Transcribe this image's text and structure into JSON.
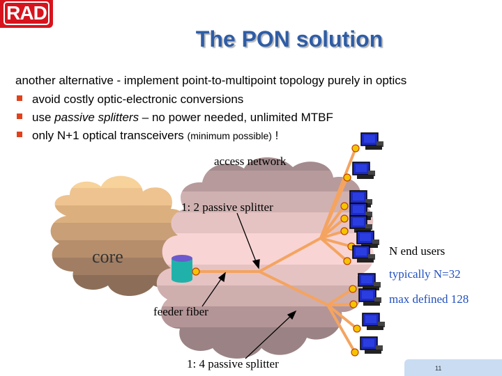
{
  "logo": {
    "text": "RAD"
  },
  "title": "The PON solution",
  "intro": "another alternative - implement point-to-multipoint topology purely in optics",
  "bullets": [
    {
      "text": "avoid costly optic-electronic conversions"
    },
    {
      "pre": "use ",
      "em": "passive splitters",
      "post": " – no power needed, unlimited MTBF"
    },
    {
      "text": "only N+1 optical transceivers ",
      "small": "(minimum possible)",
      "post": " !"
    }
  ],
  "diagram": {
    "labels": {
      "access_network": "access network",
      "splitter_1_2": "1: 2 passive splitter",
      "core": "core",
      "n_end_users": "N end users",
      "typically": "typically N=32",
      "max_defined": "max defined 128",
      "feeder_fiber": "feeder fiber",
      "splitter_1_4": "1: 4 passive splitter"
    },
    "colors": {
      "fiber": "#f4a460",
      "core_cloud": "#d2b48c",
      "access_cloud": "#b79b98",
      "transceiver": "#f5c400",
      "olt": "#20b2aa",
      "terminal": "#1f2bbd"
    }
  },
  "page_number": "11"
}
